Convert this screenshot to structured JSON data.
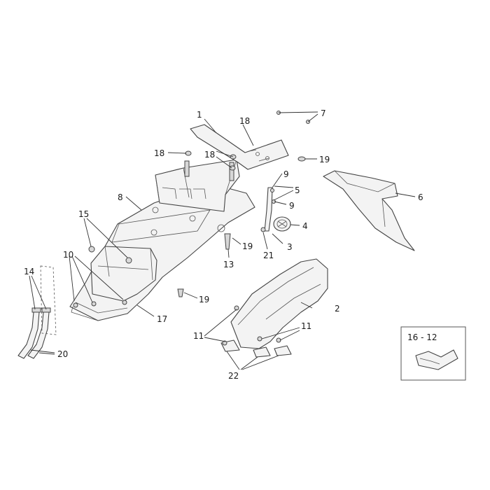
{
  "callouts": {
    "c1": "1",
    "c2": "2",
    "c3": "3",
    "c4": "4",
    "c5": "5",
    "c6": "6",
    "c7": "7",
    "c8": "8",
    "c9a": "9",
    "c9b": "9",
    "c10": "10",
    "c11a": "11",
    "c11b": "11",
    "c13": "13",
    "c14": "14",
    "c15": "15",
    "c17": "17",
    "c18a": "18",
    "c18b": "18",
    "c18c": "18",
    "c19a": "19",
    "c19b": "19",
    "c19c": "19",
    "c20": "20",
    "c21": "21",
    "c22": "22"
  },
  "inset": {
    "label": "16 - 12"
  }
}
